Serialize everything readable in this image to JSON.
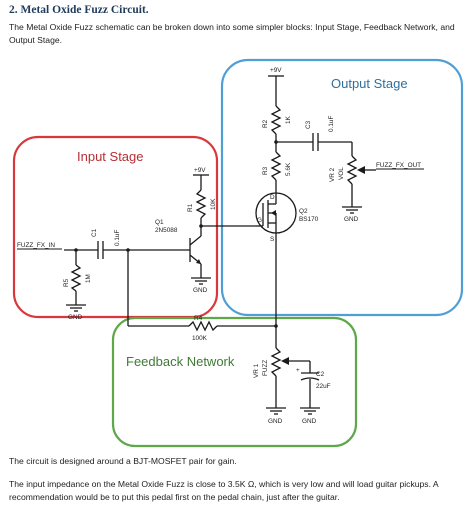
{
  "doc": {
    "heading": "2. Metal Oxide Fuzz Circuit.",
    "intro": "The Metal Oxide Fuzz schematic can be broken down into some simpler blocks: Input Stage, Feedback Network, and Output Stage.",
    "footer_1": "The circuit is designed around a BJT-MOSFET pair for gain.",
    "footer_2": "The input impedance on the Metal Oxide Fuzz is close to 3.5K Ω, which is very low and will load guitar pickups. A recommendation would be to put this pedal first on the pedal chain, just after the guitar."
  },
  "diagram": {
    "blocks": {
      "input_stage": {
        "label": "Input Stage",
        "color": "#d8383c"
      },
      "output_stage": {
        "label": "Output Stage",
        "color": "#4f9fd6"
      },
      "feedback_network": {
        "label": "Feedback Network",
        "color": "#5fa84a"
      }
    },
    "nets": {
      "input": "FUZZ_FX_IN",
      "output": "FUZZ_FX_OUT",
      "supply": "+9V",
      "ground": "GND"
    },
    "components": {
      "c1": {
        "ref": "C1",
        "value": "0.1uF"
      },
      "r5": {
        "ref": "R5",
        "value": "1M"
      },
      "r1": {
        "ref": "R1",
        "value": "10K"
      },
      "q1": {
        "ref": "Q1",
        "value": "2N5088"
      },
      "r2": {
        "ref": "R2",
        "value": "1K"
      },
      "r3": {
        "ref": "R3",
        "value": "5.6K"
      },
      "c3": {
        "ref": "C3",
        "value": "0.1uF"
      },
      "vr2": {
        "ref": "VR 2",
        "value": "VOL"
      },
      "q2": {
        "ref": "Q2",
        "value": "BS170",
        "pin_d": "D",
        "pin_g": "G",
        "pin_s": "S"
      },
      "r4": {
        "ref": "R4",
        "value": "100K"
      },
      "vr1": {
        "ref": "VR 1",
        "value": "FUZZ"
      },
      "c2": {
        "ref": "C2",
        "value": "22uF"
      }
    }
  }
}
